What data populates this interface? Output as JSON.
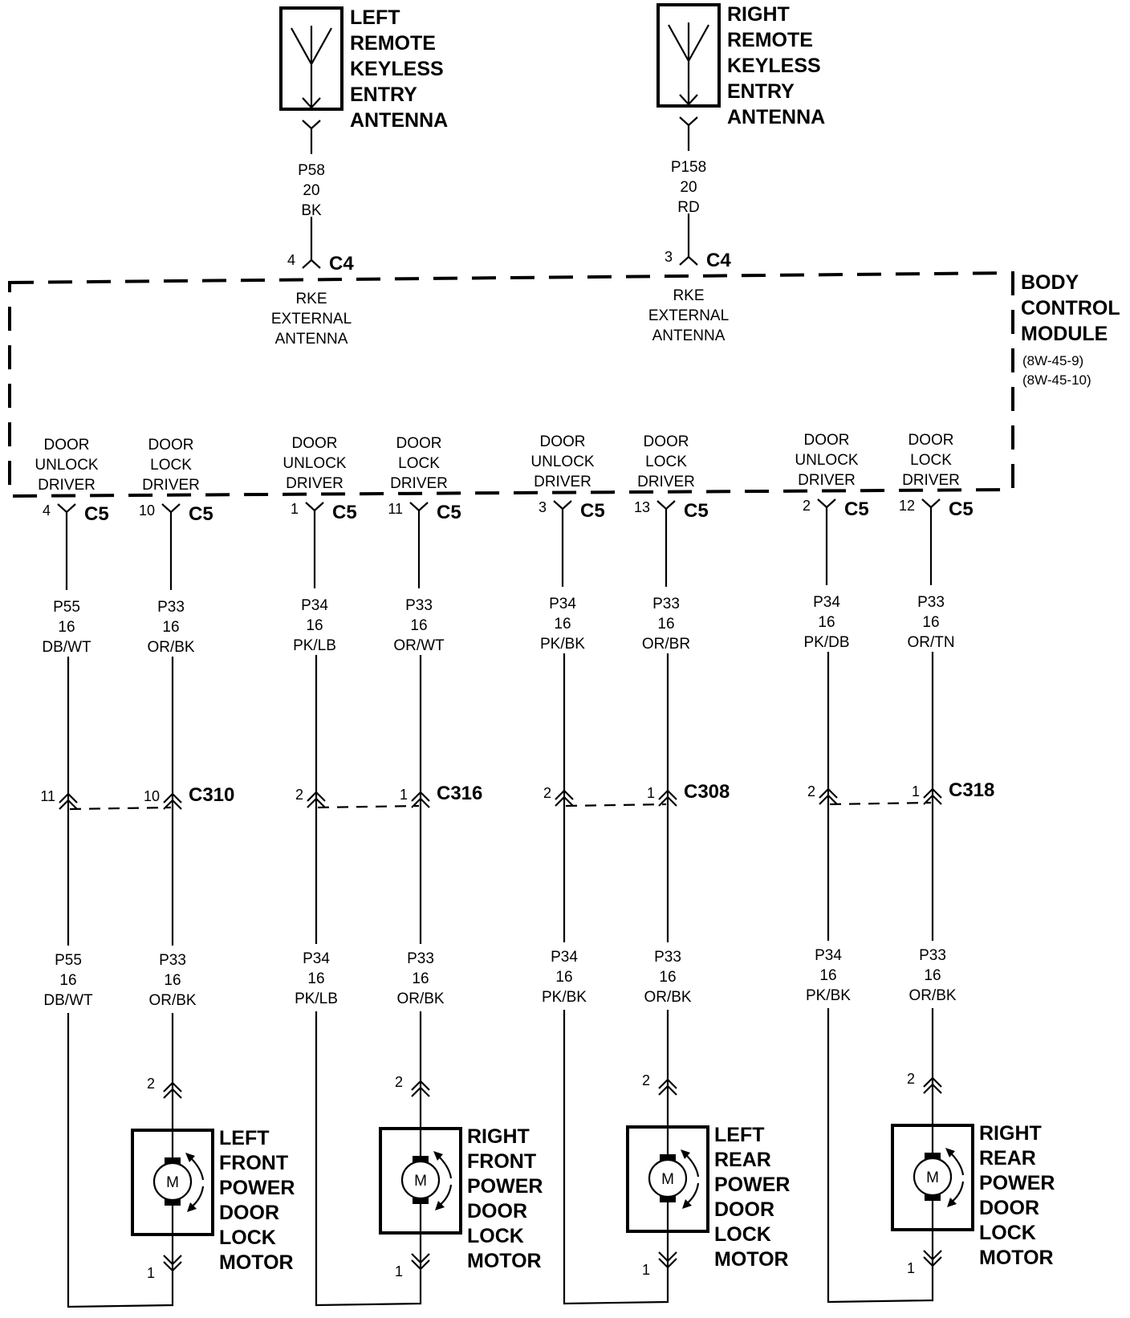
{
  "antennas": [
    {
      "id": "left",
      "title": [
        "LEFT",
        "REMOTE",
        "KEYLESS",
        "ENTRY",
        "ANTENNA"
      ],
      "wire": [
        "P58",
        "20",
        "BK"
      ],
      "pin": "4",
      "connector": "C4",
      "bcm_label": [
        "RKE",
        "EXTERNAL",
        "ANTENNA"
      ]
    },
    {
      "id": "right",
      "title": [
        "RIGHT",
        "REMOTE",
        "KEYLESS",
        "ENTRY",
        "ANTENNA"
      ],
      "wire": [
        "P158",
        "20",
        "RD"
      ],
      "pin": "3",
      "connector": "C4",
      "bcm_label": [
        "RKE",
        "EXTERNAL",
        "ANTENNA"
      ]
    }
  ],
  "bcm": {
    "title": [
      "BODY",
      "CONTROL",
      "MODULE"
    ],
    "refs": [
      "(8W-45-9)",
      "(8W-45-10)"
    ]
  },
  "drivers": [
    {
      "label": [
        "DOOR",
        "UNLOCK",
        "DRIVER"
      ],
      "pin": "4",
      "connector": "C5",
      "wire_top": [
        "P55",
        "16",
        "DB/WT"
      ],
      "inline_pin": "11",
      "wire_bottom": [
        "P55",
        "16",
        "DB/WT"
      ]
    },
    {
      "label": [
        "DOOR",
        "LOCK",
        "DRIVER"
      ],
      "pin": "10",
      "connector": "C5",
      "wire_top": [
        "P33",
        "16",
        "OR/BK"
      ],
      "inline_pin": "10",
      "wire_bottom": [
        "P33",
        "16",
        "OR/BK"
      ]
    },
    {
      "label": [
        "DOOR",
        "UNLOCK",
        "DRIVER"
      ],
      "pin": "1",
      "connector": "C5",
      "wire_top": [
        "P34",
        "16",
        "PK/LB"
      ],
      "inline_pin": "2",
      "wire_bottom": [
        "P34",
        "16",
        "PK/LB"
      ]
    },
    {
      "label": [
        "DOOR",
        "LOCK",
        "DRIVER"
      ],
      "pin": "11",
      "connector": "C5",
      "wire_top": [
        "P33",
        "16",
        "OR/WT"
      ],
      "inline_pin": "1",
      "wire_bottom": [
        "P33",
        "16",
        "OR/BK"
      ]
    },
    {
      "label": [
        "DOOR",
        "UNLOCK",
        "DRIVER"
      ],
      "pin": "3",
      "connector": "C5",
      "wire_top": [
        "P34",
        "16",
        "PK/BK"
      ],
      "inline_pin": "2",
      "wire_bottom": [
        "P34",
        "16",
        "PK/BK"
      ]
    },
    {
      "label": [
        "DOOR",
        "LOCK",
        "DRIVER"
      ],
      "pin": "13",
      "connector": "C5",
      "wire_top": [
        "P33",
        "16",
        "OR/BR"
      ],
      "inline_pin": "1",
      "wire_bottom": [
        "P33",
        "16",
        "OR/BK"
      ]
    },
    {
      "label": [
        "DOOR",
        "UNLOCK",
        "DRIVER"
      ],
      "pin": "2",
      "connector": "C5",
      "wire_top": [
        "P34",
        "16",
        "PK/DB"
      ],
      "inline_pin": "2",
      "wire_bottom": [
        "P34",
        "16",
        "PK/BK"
      ]
    },
    {
      "label": [
        "DOOR",
        "LOCK",
        "DRIVER"
      ],
      "pin": "12",
      "connector": "C5",
      "wire_top": [
        "P33",
        "16",
        "OR/TN"
      ],
      "inline_pin": "1",
      "wire_bottom": [
        "P33",
        "16",
        "OR/BK"
      ]
    }
  ],
  "inline_connectors": [
    "C310",
    "C316",
    "C308",
    "C318"
  ],
  "motors": [
    {
      "title": [
        "LEFT",
        "FRONT",
        "POWER",
        "DOOR",
        "LOCK",
        "MOTOR"
      ],
      "pin_top": "2",
      "pin_bottom": "1",
      "symbol": "M"
    },
    {
      "title": [
        "RIGHT",
        "FRONT",
        "POWER",
        "DOOR",
        "LOCK",
        "MOTOR"
      ],
      "pin_top": "2",
      "pin_bottom": "1",
      "symbol": "M"
    },
    {
      "title": [
        "LEFT",
        "REAR",
        "POWER",
        "DOOR",
        "LOCK",
        "MOTOR"
      ],
      "pin_top": "2",
      "pin_bottom": "1",
      "symbol": "M"
    },
    {
      "title": [
        "RIGHT",
        "REAR",
        "POWER",
        "DOOR",
        "LOCK",
        "MOTOR"
      ],
      "pin_top": "2",
      "pin_bottom": "1",
      "symbol": "M"
    }
  ]
}
